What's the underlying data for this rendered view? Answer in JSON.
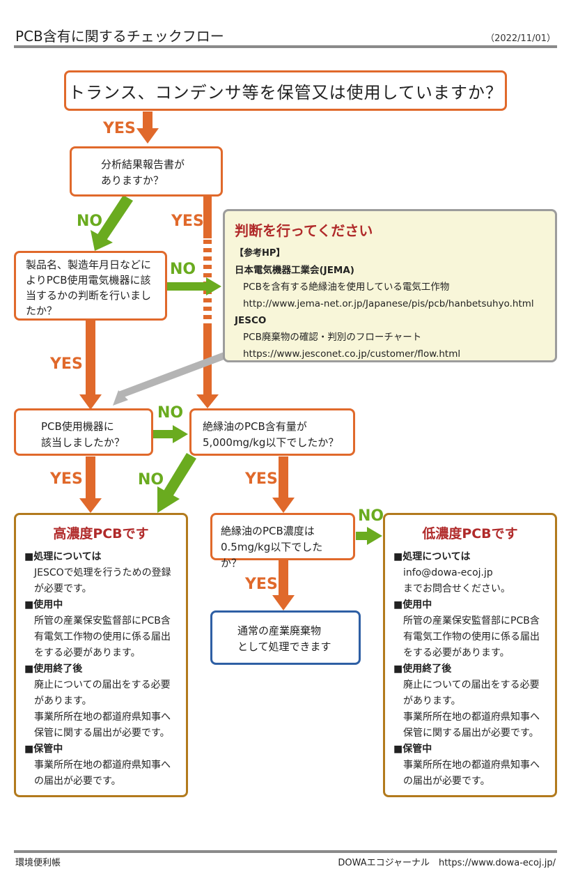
{
  "header": {
    "title": "PCB含有に関するチェックフロー",
    "date": "（2022/11/01）"
  },
  "q_main": "トランス、コンデンサ等を保管又は使用していますか？",
  "q_report": [
    "分析結果報告書が",
    "ありますか？"
  ],
  "q_product": [
    "製品名、製造年月日などに",
    "よりPCB使用電気機器に該",
    "当するかの判断を行いまし",
    "たか？"
  ],
  "q_applies": [
    "PCB使用機器に",
    "該当しましたか？"
  ],
  "q_content": [
    "絶縁油のPCB含有量が",
    "5,000mg/kg以下でしたか？"
  ],
  "q_conc": [
    "絶縁油のPCB濃度は",
    "0.5mg/kg以下でしたか？"
  ],
  "normal": [
    "通常の産業廃棄物",
    "として処理できます"
  ],
  "labels": {
    "yes": "YES",
    "no": "NO"
  },
  "info": {
    "title": "判断を行ってください",
    "ref": "【参考HP】",
    "org1": "日本電気機器工業会(JEMA)",
    "org1_desc": "PCBを含有する絶縁油を使用している電気工作物",
    "org1_url": "http://www.jema-net.or.jp/Japanese/pis/pcb/hanbetsuhyo.html",
    "org2": "JESCO",
    "org2_desc": "PCB廃棄物の確認・判別のフローチャート",
    "org2_url": "https://www.jesconet.co.jp/customer/flow.html"
  },
  "high": {
    "title": "高濃度PCBです",
    "sections": [
      {
        "head": "■処理については",
        "body": [
          "JESCOで処理を行うための登録",
          "が必要です。"
        ]
      },
      {
        "head": "■使用中",
        "body": [
          "所管の産業保安監督部にPCB含",
          "有電気工作物の使用に係る届出",
          "をする必要があります。"
        ]
      },
      {
        "head": "■使用終了後",
        "body": [
          "廃止についての届出をする必要",
          "があります。",
          "事業所所在地の都道府県知事へ",
          "保管に関する届出が必要です。"
        ]
      },
      {
        "head": "■保管中",
        "body": [
          "事業所所在地の都道府県知事へ",
          "の届出が必要です。"
        ]
      }
    ]
  },
  "low": {
    "title": "低濃度PCBです",
    "sections": [
      {
        "head": "■処理については",
        "body": [
          "info@dowa-ecoj.jp",
          "までお問合せください。"
        ]
      },
      {
        "head": "■使用中",
        "body": [
          "所管の産業保安監督部にPCB含",
          "有電気工作物の使用に係る届出",
          "をする必要があります。"
        ]
      },
      {
        "head": "■使用終了後",
        "body": [
          "廃止についての届出をする必要",
          "があります。",
          "事業所所在地の都道府県知事へ",
          "保管に関する届出が必要です。"
        ]
      },
      {
        "head": "■保管中",
        "body": [
          "事業所所在地の都道府県知事へ",
          "の届出が必要です。"
        ]
      }
    ]
  },
  "footer": {
    "left": "環境便利帳",
    "right": "DOWAエコジャーナル　https://www.dowa-ecoj.jp/"
  },
  "colors": {
    "orange": "#e0692b",
    "green": "#6aab1f",
    "gray": "#b4b4b4",
    "result_border": "#b27a1d",
    "blue": "#2e5fa4",
    "title_red": "#b02a2a",
    "info_bg": "#f8f6d9"
  }
}
